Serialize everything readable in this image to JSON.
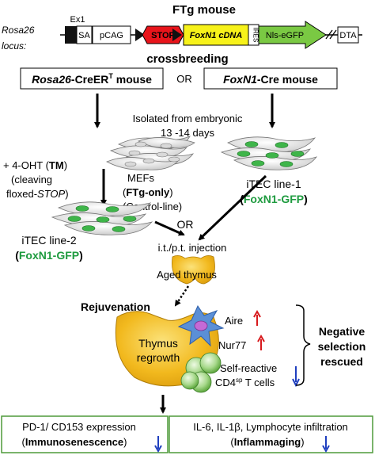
{
  "title": "FTg mouse",
  "locus": {
    "line1": "Rosa26",
    "line2": "locus:"
  },
  "construct": {
    "ex1": "Ex1",
    "sa": "SA",
    "pcag": "pCAG",
    "stop": "STOP",
    "foxn1_cdna": "FoxN1 cDNA",
    "ires": "IRES",
    "nls_egfp": "Nls-eGFP",
    "dta": "DTA"
  },
  "crossbreeding": "crossbreeding",
  "creert_mouse": {
    "italic": "Rosa26",
    "rest": "-CreER",
    "sup": "T",
    "tail": " mouse"
  },
  "or_label": "OR",
  "foxn1_cre_mouse": {
    "italic": "FoxN1",
    "rest": "-Cre mouse"
  },
  "isolated": {
    "line1": "Isolated from embryonic",
    "line2": "13 -14 days"
  },
  "tm_treatment": {
    "line1_pre": "+ 4-OHT (",
    "line1_bold": "TM",
    "line1_post": ")",
    "line2": "(cleaving",
    "line3_pre": "floxed-",
    "line3_italic": "STOP",
    "line3_post": ")"
  },
  "mefs": {
    "line1": "MEFs",
    "line2_pre": "(",
    "line2_bold": "FTg-only",
    "line2_post": ")",
    "line3": "(Control-line)"
  },
  "itec1": {
    "label": "iTEC line-1",
    "gfp_pre": "(",
    "gfp": "FoxN1-GFP",
    "gfp_post": ")"
  },
  "itec2": {
    "label": "iTEC line-2",
    "gfp_pre": "(",
    "gfp": "FoxN1-GFP",
    "gfp_post": ")"
  },
  "or2": "OR",
  "injection": "i.t./p.t. injection",
  "aged_thymus": "Aged thymus",
  "rejuvenation": "Rejuvenation",
  "thymus_regrowth": {
    "line1": "Thymus",
    "line2": "regrowth"
  },
  "aire": "Aire",
  "nur77": "Nur77",
  "self_reactive": {
    "line1": "Self-reactive",
    "line2_pre": "CD4",
    "line2_sup": "sp",
    "line2_post": " T cells"
  },
  "negative_selection": {
    "line1": "Negative",
    "line2": "selection",
    "line3": "rescued"
  },
  "bottom_left": {
    "line1": "PD-1/ CD153 expression",
    "line2_pre": "(",
    "line2_bold": "Immunosenescence",
    "line2_post": ")"
  },
  "bottom_right": {
    "line1": "IL-6, IL-1β, Lymphocyte infiltration",
    "line2_pre": "(",
    "line2_bold": "Inflammaging",
    "line2_post": ")"
  },
  "colors": {
    "stop_red": "#e8141b",
    "foxn1_yellow": "#f7f21a",
    "egfp_green": "#7ac943",
    "gfp_text": "#1e9b3f",
    "thymus_gold": "#f2b91e",
    "up_arrow": "#d7191c",
    "down_arrow": "#1f3fbf",
    "box_green": "#4e9a3a",
    "star_blue": "#5b8fd6"
  }
}
